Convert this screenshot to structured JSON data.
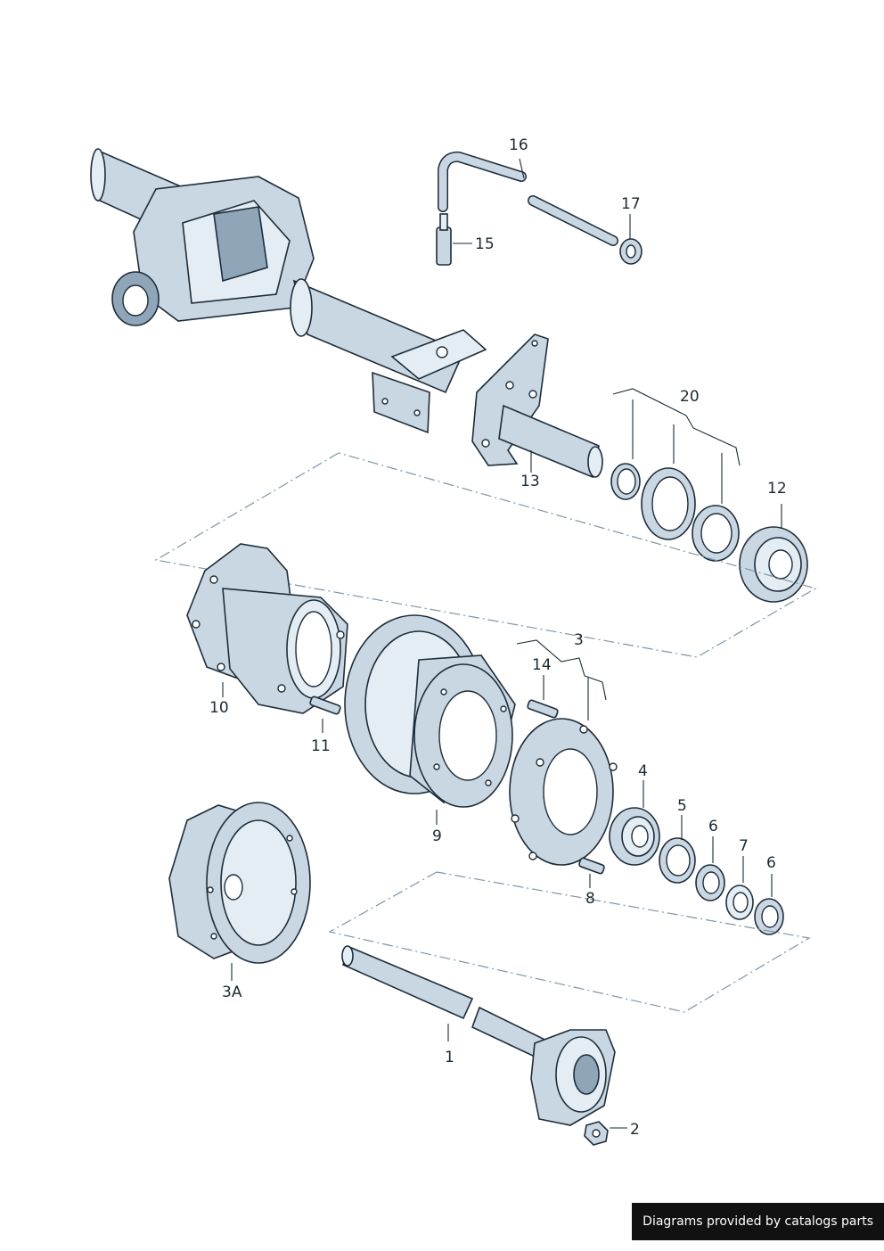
{
  "callouts": {
    "c1": "1",
    "c2": "2",
    "c3": "3",
    "c3a": "3A",
    "c4": "4",
    "c5": "5",
    "c6a": "6",
    "c6b": "6",
    "c7": "7",
    "c8": "8",
    "c9": "9",
    "c10": "10",
    "c11": "11",
    "c12": "12",
    "c13": "13",
    "c14": "14",
    "c15": "15",
    "c16": "16",
    "c17": "17",
    "c20": "20"
  },
  "credit": "Diagrams provided by catalogs parts",
  "colors": {
    "part_fill": "#c9d7e2",
    "outline": "#1d2d3a",
    "dash_line": "#7d95a8",
    "credit_bg": "#111111"
  }
}
